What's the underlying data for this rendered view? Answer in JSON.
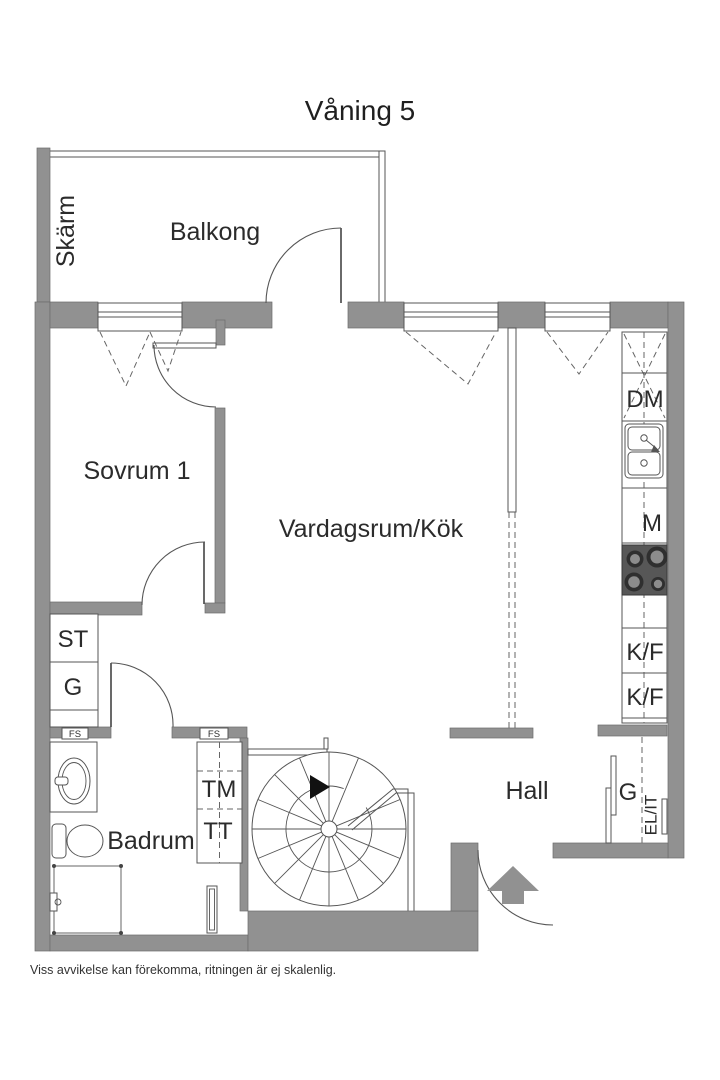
{
  "title": "Våning 5",
  "footer": "Viss avvikelse kan förekomma, ritningen är ej skalenlig.",
  "rooms": {
    "balcony": "Balkong",
    "screen": "Skärm",
    "bedroom": "Sovrum 1",
    "living_kitchen": "Vardagsrum/Kök",
    "hall": "Hall",
    "bathroom": "Badrum"
  },
  "fixtures": {
    "dishwasher": "DM",
    "microwave": "M",
    "fridge_freezer_1": "K/F",
    "fridge_freezer_2": "K/F",
    "cleaning_closet": "ST",
    "wardrobe_corridor": "G",
    "wardrobe_hall": "G",
    "electrical": "EL/IT",
    "washing_machine": "TM",
    "tumble_dryer": "TT",
    "shaft_1": "FS",
    "shaft_2": "FS"
  },
  "colors": {
    "wall": "#919191",
    "line": "#555555",
    "text": "#2b2b2b",
    "cooktop": "#575757"
  }
}
